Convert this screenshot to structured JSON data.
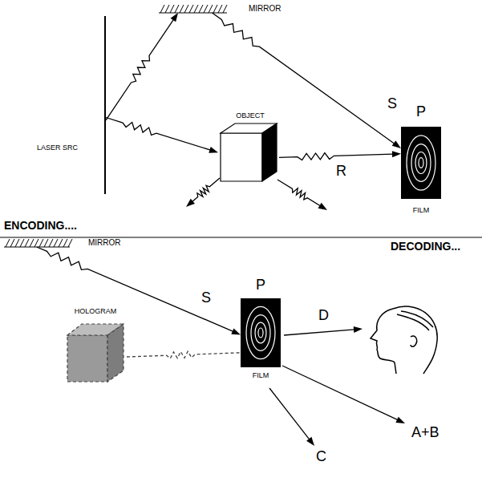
{
  "diagram": {
    "nodes": [
      {
        "text": [
          "LASER SRC"
        ]
      },
      {
        "text": [
          "MIRROR"
        ]
      },
      {
        "text": [
          "OBJECT"
        ]
      },
      {
        "text": [
          "P",
          "FILM"
        ]
      },
      {
        "text": [
          "MIRROR"
        ]
      },
      {
        "text": [
          "HOLOGRAM"
        ]
      },
      {
        "text": [
          "P",
          "FILM"
        ]
      }
    ],
    "edges": [
      {
        "from": 0,
        "to": 1,
        "arrow": "to"
      },
      {
        "from": 1,
        "to": 3,
        "label": "S",
        "arrow": "to"
      },
      {
        "from": 0,
        "to": 2,
        "arrow": "to"
      },
      {
        "from": 2,
        "to": 3,
        "label": "R",
        "arrow": "to"
      },
      {
        "from": 4,
        "to": 6,
        "label": "S",
        "arrow": "to"
      },
      {
        "from": 5,
        "to": 6,
        "arrow": "none"
      }
    ],
    "labels": [
      "ENCODING....",
      "DECODING...",
      "D",
      "A+B",
      "C"
    ]
  }
}
